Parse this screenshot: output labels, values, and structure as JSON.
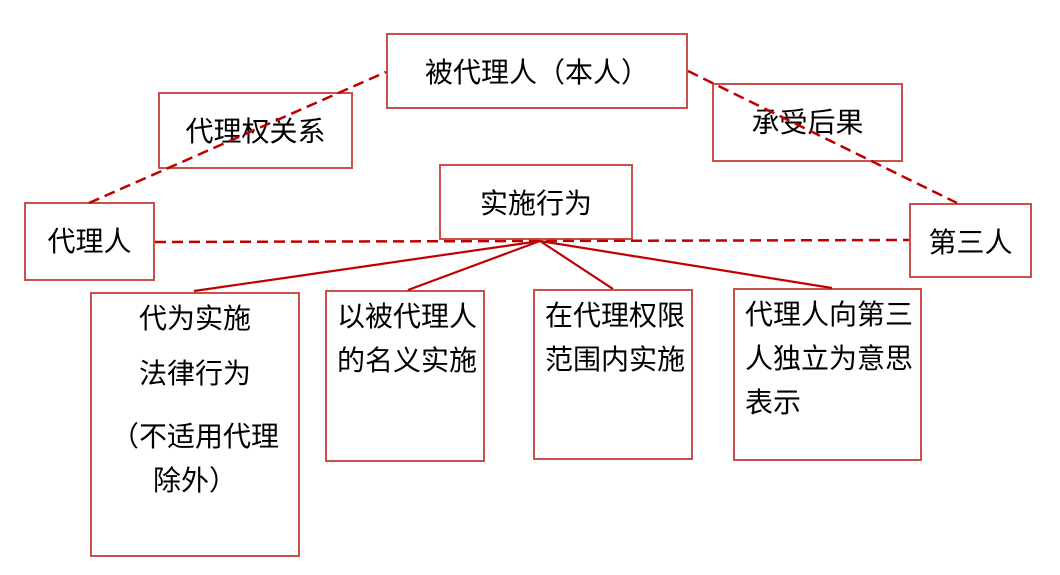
{
  "diagram": {
    "description": "Agency (代理) legal-relationship diagram",
    "colors": {
      "box_border": "#cc4f4a",
      "connector": "#c00000",
      "text": "#000000",
      "background": "#ffffff"
    },
    "nodes": {
      "principal": {
        "label": "被代理人（本人）"
      },
      "agency_relation": {
        "label": "代理权关系"
      },
      "bear_consequences": {
        "label": "承受后果"
      },
      "implement_act": {
        "label": "实施行为"
      },
      "agent": {
        "label": "代理人"
      },
      "third_party": {
        "label": "第三人"
      },
      "req1": {
        "lines": [
          "代为实施",
          "法律行为",
          "（不适用代理",
          "除外）"
        ],
        "full_text": "代为实施 法律行为 （不适用代理除外）"
      },
      "req2": {
        "lines": [
          "以被代理人",
          "的名义实施"
        ],
        "full_text": "以被代理人的名义实施"
      },
      "req3": {
        "lines": [
          "在代理权限",
          "范围内实施"
        ],
        "full_text": "在代理权限范围内实施"
      },
      "req4": {
        "lines": [
          "代理人向第三",
          "人独立为意思",
          "表示"
        ],
        "full_text": "代理人向第三人独立为意思表示"
      }
    },
    "edges": [
      {
        "from": "agent",
        "to": "principal",
        "via_label_box": "agency_relation",
        "style": "dashed"
      },
      {
        "from": "principal",
        "to": "third_party",
        "via_label_box": "bear_consequences",
        "style": "dashed"
      },
      {
        "from": "agent",
        "to": "third_party",
        "via_label_box": "implement_act",
        "style": "dashed"
      },
      {
        "from": "implement_act",
        "to": "req1",
        "style": "solid"
      },
      {
        "from": "implement_act",
        "to": "req2",
        "style": "solid"
      },
      {
        "from": "implement_act",
        "to": "req3",
        "style": "solid"
      },
      {
        "from": "implement_act",
        "to": "req4",
        "style": "solid"
      }
    ]
  }
}
